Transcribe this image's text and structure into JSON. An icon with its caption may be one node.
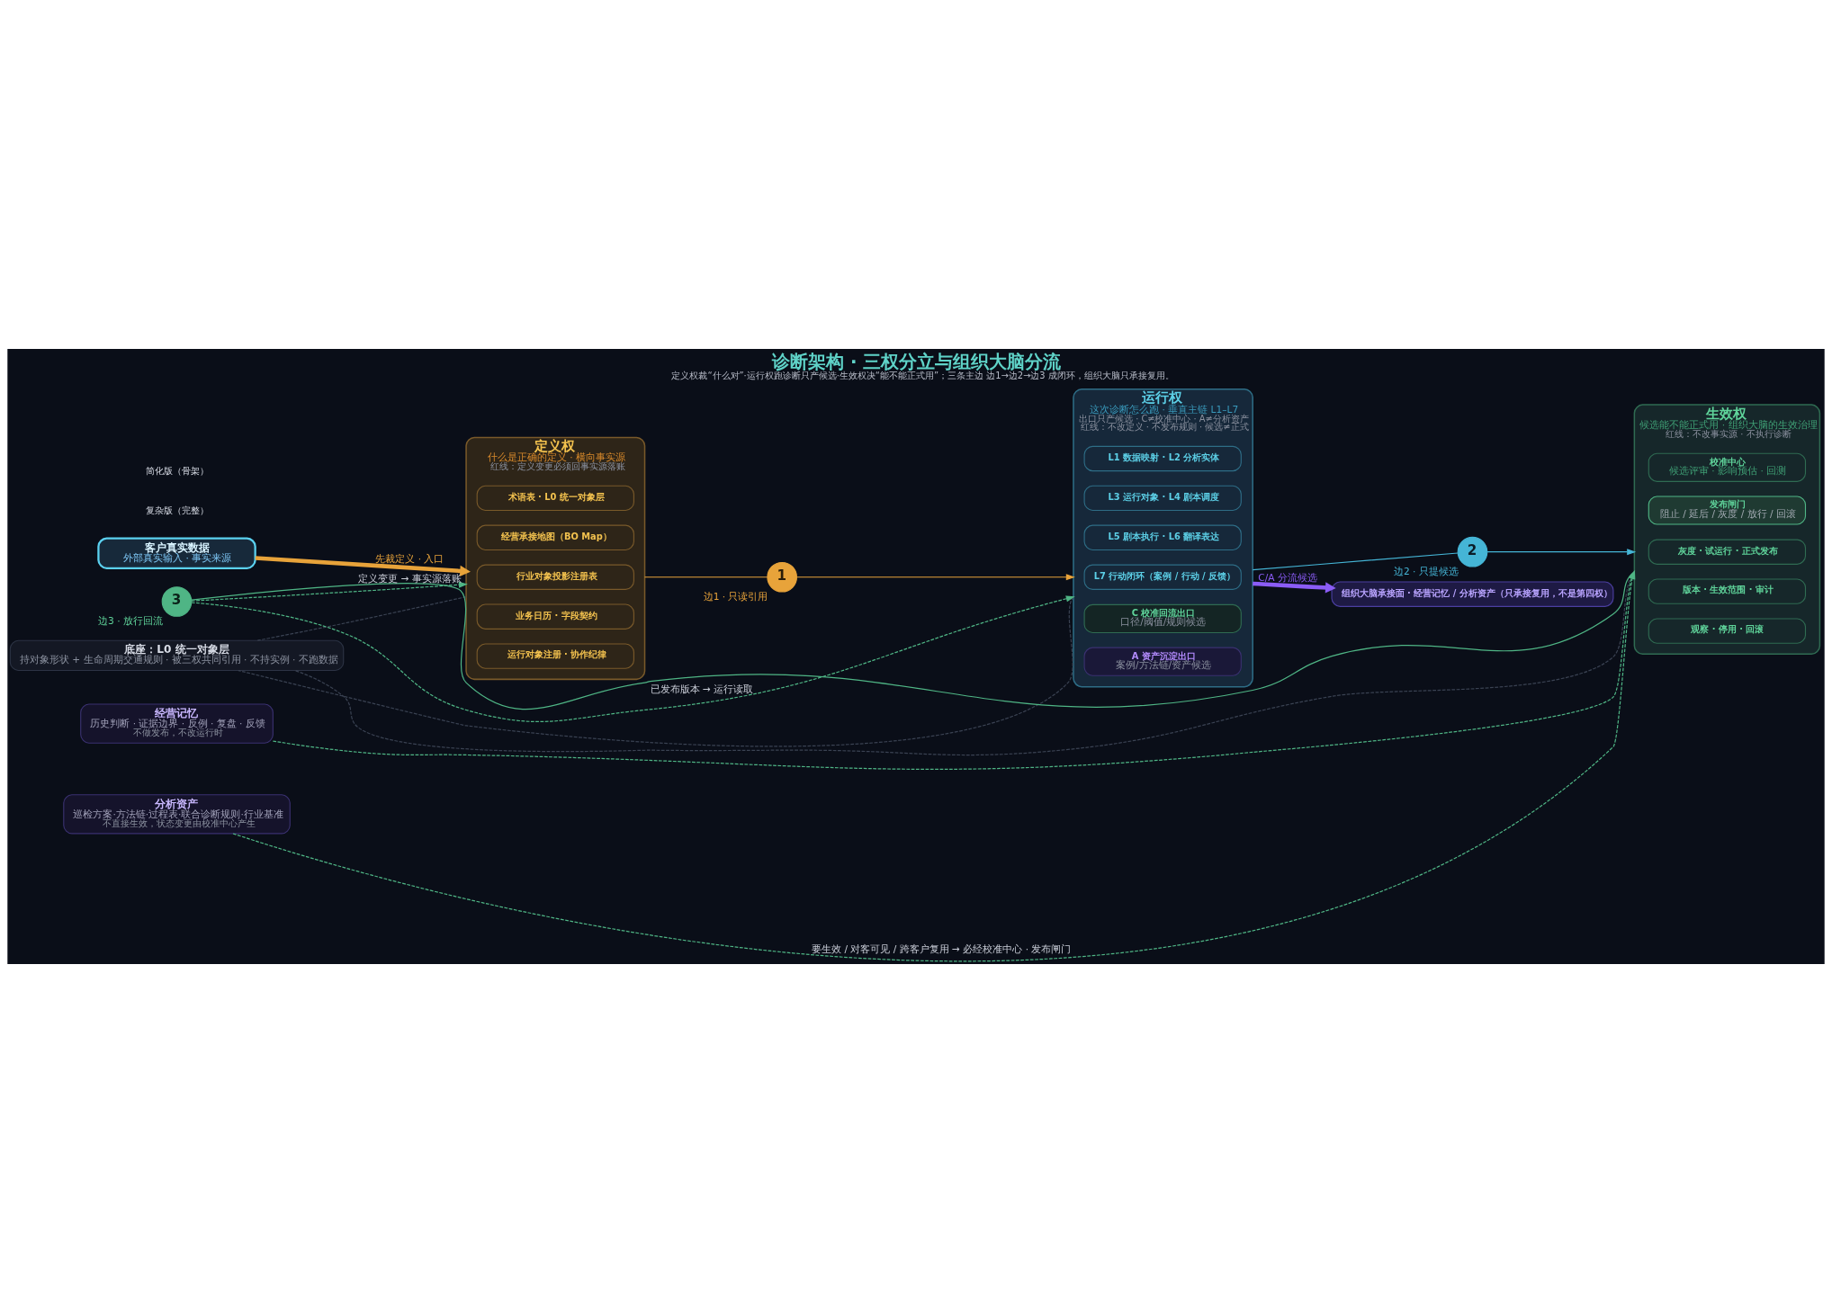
{
  "diagram": {
    "title": "诊断架构 · 三权分立与组织大脑分流",
    "caption": "定义权裁“什么对”·运行权跑诊断只产候选·生效权决“能不能正式用”；三条主边 边1→边2→边3 成闭环，组织大脑只承接复用。",
    "nodes": [
      {
        "text": [
          "客户真实数据",
          "外部真实输入 · 事实来源"
        ]
      },
      {
        "text": [
          "定义权",
          "什么是正确的定义 · 横向事实源",
          "红线：定义变更必须回事实源落账"
        ]
      },
      {
        "text": [
          "术语表 · L0 统一对象层"
        ],
        "in": 1
      },
      {
        "text": [
          "经营承接地图（BO Map）"
        ],
        "in": 1
      },
      {
        "text": [
          "行业对象投影注册表"
        ],
        "in": 1
      },
      {
        "text": [
          "业务日历 · 字段契约"
        ],
        "in": 1
      },
      {
        "text": [
          "运行对象注册 · 协作纪律"
        ],
        "in": 1
      },
      {
        "text": [
          "运行权",
          "这次诊断怎么跑 · 垂直主链 L1–L7",
          "出口只产候选 · C≠校准中心 · A≠分析资产",
          "红线：不改定义 · 不发布规则 · 候选≠正式"
        ]
      },
      {
        "text": [
          "L1 数据映射 · L2 分析实体"
        ],
        "in": 7
      },
      {
        "text": [
          "L3 运行对象 · L4 剧本调度"
        ],
        "in": 7
      },
      {
        "text": [
          "L5 剧本执行 · L6 翻译表达"
        ],
        "in": 7
      },
      {
        "text": [
          "L7 行动闭环（案例 / 行动 / 反馈）"
        ],
        "in": 7
      },
      {
        "text": [
          "C 校准回流出口",
          "口径/阈值/规则候选"
        ],
        "in": 7
      },
      {
        "text": [
          "A 资产沉淀出口",
          "案例/方法链/资产候选"
        ],
        "in": 7
      },
      {
        "text": [
          "生效权",
          "候选能不能正式用 · 组织大脑的生效治理",
          "红线：不改事实源 · 不执行诊断"
        ]
      },
      {
        "text": [
          "校准中心",
          "候选评审 · 影响预估 · 回测"
        ],
        "in": 14
      },
      {
        "text": [
          "发布闸门",
          "阻止 / 延后 / 灰度 / 放行 / 回滚"
        ],
        "in": 14
      },
      {
        "text": [
          "灰度 · 试运行 · 正式发布"
        ],
        "in": 14
      },
      {
        "text": [
          "版本 · 生效范围 · 审计"
        ],
        "in": 14
      },
      {
        "text": [
          "观察 · 停用 · 回滚"
        ],
        "in": 14
      },
      {
        "text": [
          "1"
        ],
        "beside": [
          "边1 · 只读引用"
        ]
      },
      {
        "text": [
          "2"
        ],
        "beside": [
          "边2 · 只提候选"
        ]
      },
      {
        "text": [
          "3"
        ],
        "beside": [
          "边3 · 放行回流"
        ]
      },
      {
        "text": [
          "组织大脑承接面 · 经营记忆 / 分析资产（只承接复用，不是第四权）"
        ]
      },
      {
        "text": [
          "经营记忆",
          "历史判断 · 证据边界 · 反例 · 复盘 · 反馈",
          "不做发布，不改运行时"
        ]
      },
      {
        "text": [
          "分析资产",
          "巡检方案·方法链·过程表·联合诊断规则·行业基准",
          "不直接生效，状态变更由校准中心产生"
        ]
      },
      {
        "text": [
          "底座：L0 统一对象层",
          "持对象形状 + 生命周期交通规则 · 被三权共同引用 · 不持实例 · 不跑数据"
        ]
      }
    ],
    "edges": [
      {
        "from": 0,
        "to": 1,
        "arrow": "to",
        "label": "先裁定义 · 入口",
        "color": "#e8a33a",
        "style": "thick"
      },
      {
        "from": 1,
        "to": 20,
        "arrow": "none",
        "color": "#e8a33a"
      },
      {
        "from": 20,
        "to": 7,
        "arrow": "to",
        "color": "#e8a33a"
      },
      {
        "from": 7,
        "to": 21,
        "arrow": "none",
        "color": "#45b5d6"
      },
      {
        "from": 21,
        "to": 14,
        "arrow": "to",
        "color": "#45b5d6"
      },
      {
        "from": 14,
        "to": 22,
        "arrow": "none"
      },
      {
        "from": 22,
        "to": 7,
        "arrow": "to",
        "style": "dashed",
        "label": "已发布版本 → 运行读取"
      },
      {
        "from": 22,
        "to": 1,
        "arrow": "to",
        "style": "dashed",
        "label": "定义变更 → 事实源落账"
      },
      {
        "from": 7,
        "to": 23,
        "arrow": "to",
        "label": "C/A 分流候选",
        "color": "#8b5cf6",
        "style": "thick"
      },
      {
        "from": 24,
        "to": 14,
        "arrow": "to",
        "style": "dashed"
      },
      {
        "from": 25,
        "to": 14,
        "arrow": "to",
        "style": "dashed",
        "label": "要生效 / 对客可见 / 跨客户复用 → 必经校准中心 · 发布闸门"
      },
      {
        "from": 1,
        "to": 26,
        "arrow": "none",
        "style": "dashed",
        "color": "#3a4252"
      },
      {
        "from": 7,
        "to": 26,
        "arrow": "none",
        "style": "dashed",
        "color": "#3a4252"
      },
      {
        "from": 14,
        "to": 26,
        "arrow": "none",
        "style": "dashed",
        "color": "#3a4252"
      }
    ],
    "labels": [
      "复杂版（完整）",
      "简化版（骨架）"
    ]
  }
}
